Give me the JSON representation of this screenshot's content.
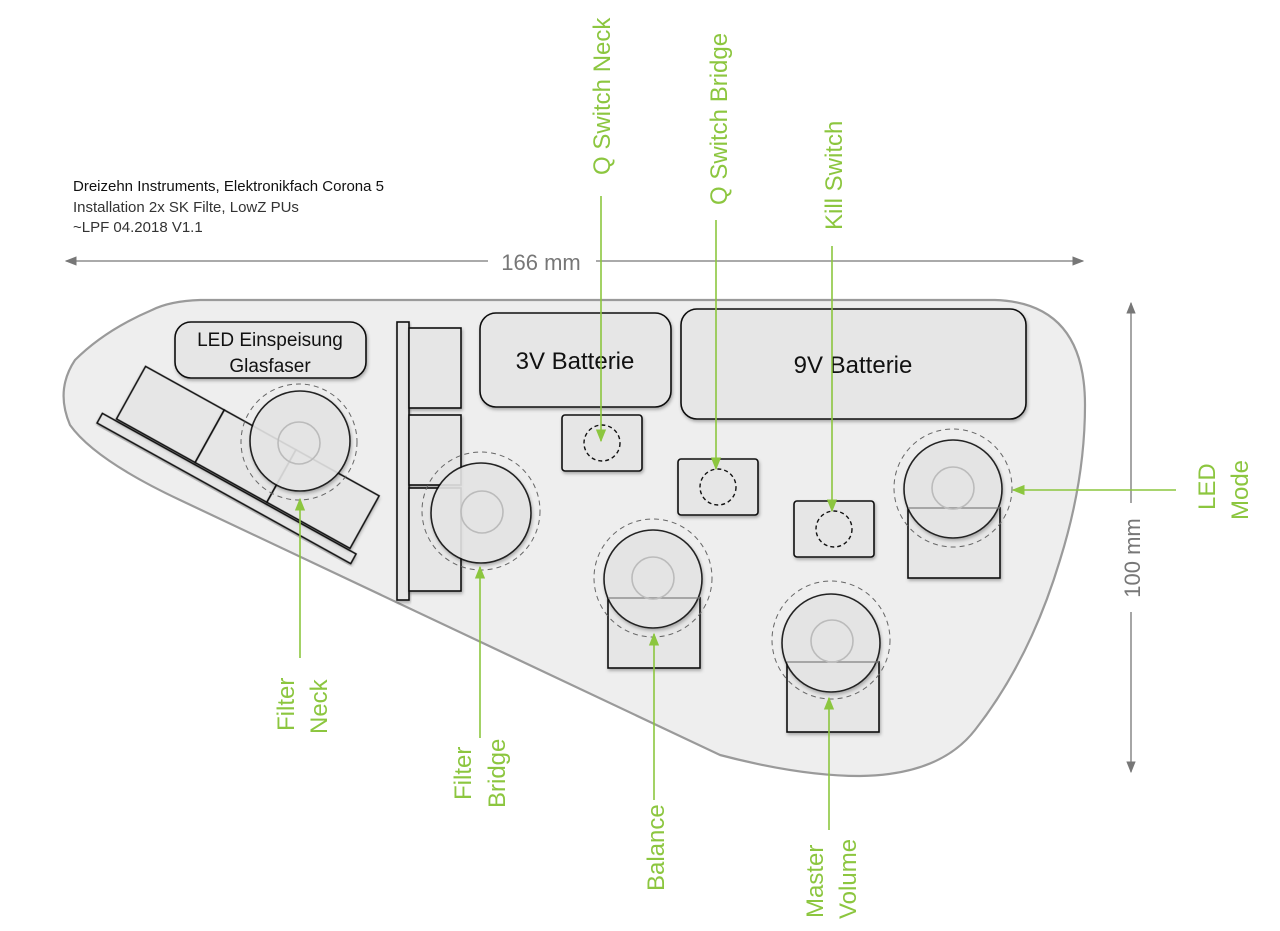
{
  "header": {
    "title": "Dreizehn Instruments, Elektronikfach Corona 5",
    "subtitle": "Installation 2x SK Filte, LowZ PUs",
    "version": "~LPF 04.2018 V1.1"
  },
  "dimensions": {
    "width": "166 mm",
    "height": "100 mm"
  },
  "components": {
    "led_feed_line1": "LED Einspeisung",
    "led_feed_line2": "Glasfaser",
    "battery_3v": "3V Batterie",
    "battery_9v": "9V Batterie"
  },
  "labels": {
    "q_switch_neck": "Q Switch Neck",
    "q_switch_bridge": "Q Switch Bridge",
    "kill_switch": "Kill Switch",
    "led_mode_line1": "LED",
    "led_mode_line2": "Mode",
    "filter_neck_line1": "Filter",
    "filter_neck_line2": "Neck",
    "filter_bridge_line1": "Filter",
    "filter_bridge_line2": "Bridge",
    "balance": "Balance",
    "master_volume_line1": "Master",
    "master_volume_line2": "Volume"
  },
  "colors": {
    "label_green": "#8cc63f",
    "dimension_gray": "#777777",
    "component_fill": "#e6e6e6"
  }
}
